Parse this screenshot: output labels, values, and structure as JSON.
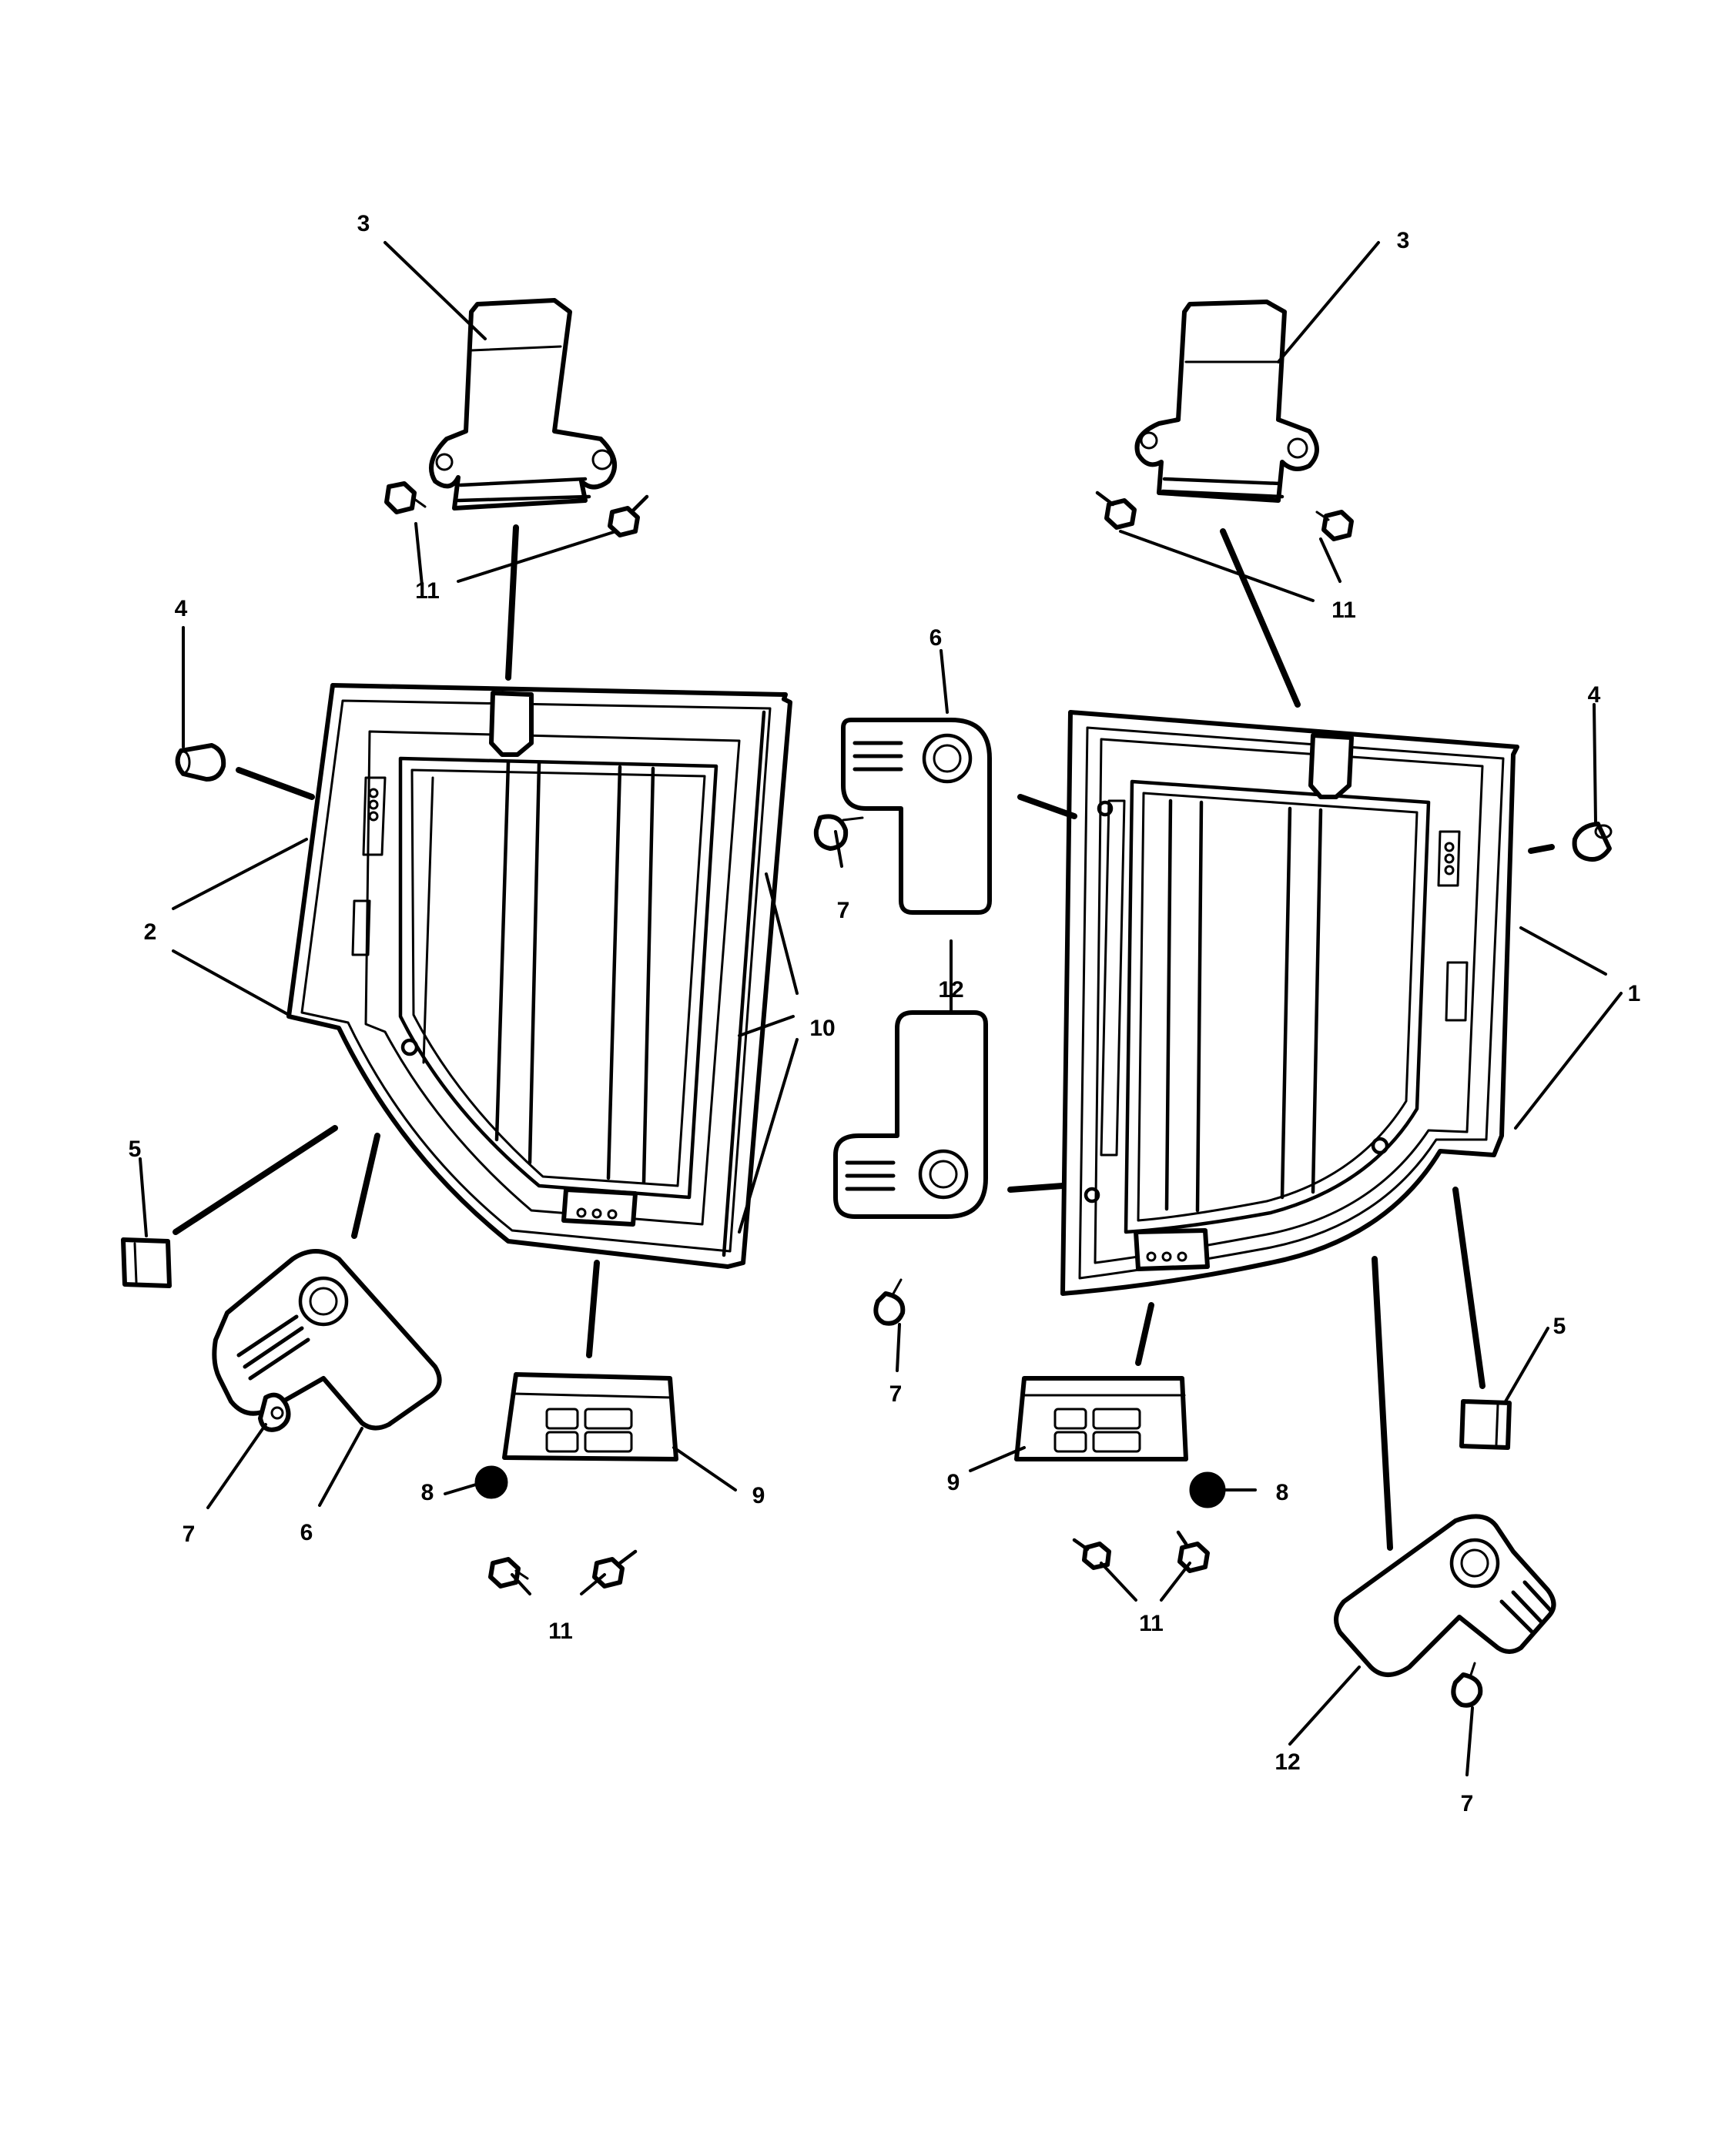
{
  "diagram": {
    "callouts": {
      "c1": "1",
      "c2": "2",
      "c3_left": "3",
      "c3_right": "3",
      "c4_left": "4",
      "c4_right": "4",
      "c5_left": "5",
      "c5_right": "5",
      "c6_left": "6",
      "c6_center": "6",
      "c7_left": "7",
      "c7_center_top": "7",
      "c7_center_bottom": "7",
      "c7_right": "7",
      "c8_left": "8",
      "c8_right": "8",
      "c9_left": "9",
      "c9_right": "9",
      "c10": "10",
      "c11_top_left": "11",
      "c11_top_right": "11",
      "c11_bottom_left": "11",
      "c11_bottom_right": "11",
      "c12_center": "12",
      "c12_right": "12"
    }
  }
}
